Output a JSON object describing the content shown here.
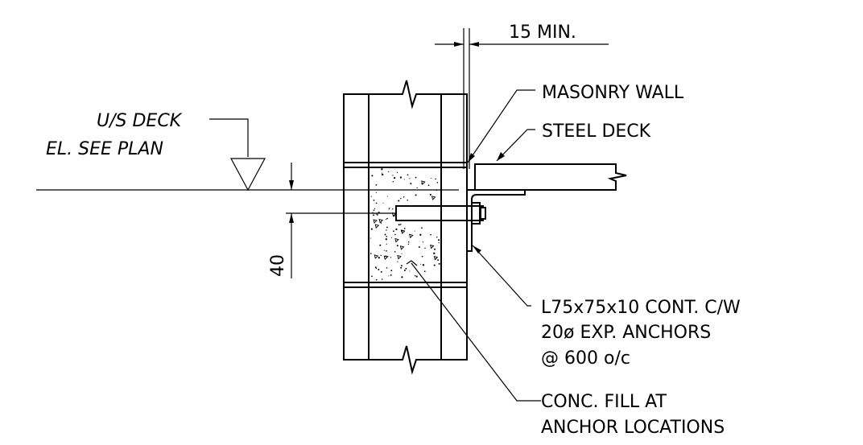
{
  "annotations": {
    "dim_top": "15 MIN.",
    "masonry_wall": "MASONRY WALL",
    "steel_deck": "STEEL DECK",
    "us_deck_line1": "U/S DECK",
    "us_deck_line2": "EL. SEE PLAN",
    "dim_side": "40",
    "angle_line1": "L75x75x10 CONT. C/W",
    "angle_line2": "20ø EXP. ANCHORS",
    "angle_line3": "@ 600 o/c",
    "fill_line1": "CONC. FILL AT",
    "fill_line2": "ANCHOR LOCATIONS"
  }
}
